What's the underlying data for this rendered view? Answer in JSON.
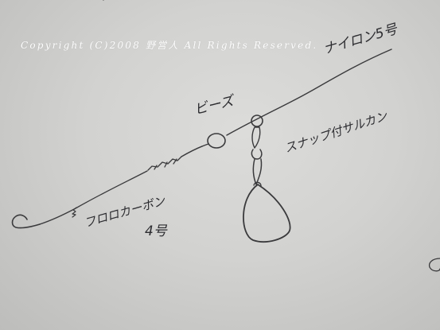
{
  "watermark": {
    "copyright": "Copyright (C)2008 野営人 All Rights Reserved."
  },
  "labels": {
    "nylon_line": "ナイロン5号",
    "beads": "ビーズ",
    "snap_swivel": "スナップ付サルカン",
    "fluorocarbon": "フロロカーボン",
    "fluorocarbon_size": "4号"
  },
  "colors": {
    "paper": "#d4d4d2",
    "ink": "#3a3a3c",
    "watermark": "#ffffff"
  }
}
